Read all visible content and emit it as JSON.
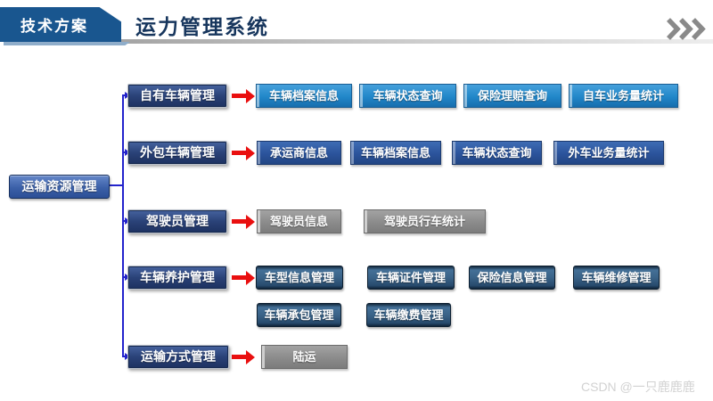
{
  "header": {
    "tab_label": "技术方案",
    "title": "运力管理系统"
  },
  "icons": {
    "chevrons": "chevrons-right-icon"
  },
  "colors": {
    "banner_blue": "#19568f",
    "title_navy": "#17365d",
    "connector_blue": "#2323cc",
    "arrow_red": "#e90f0f",
    "node_navy": "#1d3160",
    "child_azure": "#2187c9",
    "child_royal": "#2b539b",
    "child_gray": "#8b8b8b",
    "child_steel_bevel": "#3a6388",
    "divider_gray": "#c7c7c7",
    "watermark_gray": "#d2d2d2"
  },
  "tree": {
    "root": "运输资源管理",
    "rows": [
      {
        "parent": "自有车辆管理",
        "children": [
          "车辆档案信息",
          "车辆状态查询",
          "保险理赔查询",
          "自车业务量统计"
        ]
      },
      {
        "parent": "外包车辆管理",
        "children": [
          "承运商信息",
          "车辆档案信息",
          "车辆状态查询",
          "外车业务量统计"
        ]
      },
      {
        "parent": "驾驶员管理",
        "children": [
          "驾驶员信息",
          "驾驶员行车统计"
        ]
      },
      {
        "parent": "车辆养护管理",
        "children": [
          "车型信息管理",
          "车辆证件管理",
          "保险信息管理",
          "车辆维修管理",
          "车辆承包管理",
          "车辆缴费管理"
        ]
      },
      {
        "parent": "运输方式管理",
        "children": [
          "陆运"
        ]
      }
    ]
  },
  "watermark": {
    "text": "CSDN @一只鹿鹿鹿"
  }
}
